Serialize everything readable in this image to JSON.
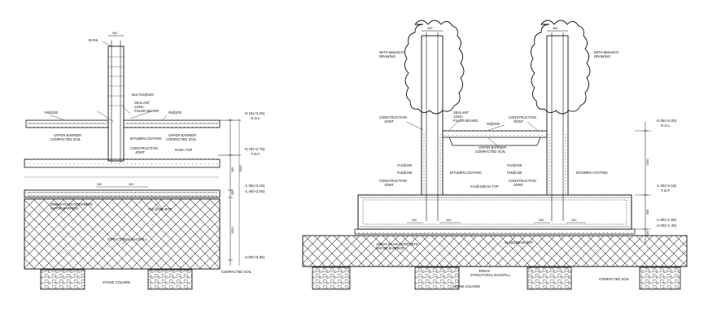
{
  "left": {
    "labels": {
      "bar_top": "B-#16",
      "dim_top": "300",
      "bars_2": "Bx2-#10@100",
      "sealant": "SEALANT",
      "filler_12": "12mm",
      "filler_board": "FILLER BOARD",
      "mesh_left": "#8@200",
      "mesh_right": "#8@200",
      "vapor_barrier": "VAPOR BARRIER",
      "compacted_soil": "COMPACTED SOIL",
      "bitumen_coating": "BITUMEN COATING",
      "vapor_barrier_r": "VAPOR BARRIER",
      "compacted_soil_r": "COMPACTED SOIL",
      "construction": "CONSTRUCTION",
      "joint": "JOINT",
      "top_bar": "#14/m TOP",
      "dim_300_a": "300",
      "dim_300_b": "300",
      "blinding": "300mm PLAIN CONCRETE",
      "vapor_barrier_2": "VAPOR BARRIER",
      "bottom_bar": "#14 @150 BOT",
      "backfill": "STRUCTURAL BACKFILL",
      "stone_column": "STONE COLUMN",
      "compacted_soil_2": "COMPACTED SOIL"
    },
    "levels": [
      {
        "a": "-0.10(+3.25)",
        "b": "S.G.L"
      },
      {
        "a": "-0.70(+2.75)",
        "b": "T.O.F."
      },
      {
        "a": "-1.30(+3.15)",
        "b": "-1.40(+2.05)"
      },
      {
        "a": "-2.50(+0.95)",
        "b": ""
      }
    ],
    "dims": [
      "300",
      "350",
      "1200",
      "1500"
    ]
  },
  "right": {
    "labels": {
      "minaret_left_1": "WITH MINARAT",
      "minaret_left_2": "DRAWING",
      "minaret_right_1": "WITH MINARAT",
      "minaret_right_2": "DRAWING",
      "dim_top_l": "300",
      "dim_top_r": "300",
      "construction_l": "CONSTRUCTION",
      "joint_l": "JOINT",
      "sealant": "SEALANT",
      "filler_12": "12mm",
      "filler_board": "FILLER BOARD",
      "mesh": "#8@200",
      "construction_r": "CONSTRUCTION",
      "joint_r": "JOINT",
      "vapor_barrier": "VAPOR BARRIER",
      "compacted_soil": "COMPACTED SOIL",
      "bar_12_l": "#12@200",
      "bar_16_l": "#16@150",
      "bitumen_l": "BITUMEN COATING",
      "bar_12_r": "#12@200",
      "bar_16_r": "#16@150",
      "bitumen_r": "BITUMEN COATING",
      "construction_l2": "CONSTRUCTION",
      "joint_l2": "JOINT",
      "top_mesh": "#14@100mm TOP",
      "construction_r2": "CONSTRUCTION",
      "joint_r2": "JOINT",
      "dim_200_a": "200",
      "dim_200_b": "200",
      "dim_200_c": "200",
      "dim_200_d": "200",
      "blinding": "100mm PLAIN CONCRETE",
      "vapor_barrier_2": "VAPOR BARRIER",
      "bottom_bar": "#14@150mm BOT",
      "backfill_1": "300mm",
      "backfill_2": "STRUCTURAL BACKFILL",
      "stone_column": "STONE COLUMN",
      "compacted_soil_2": "COMPACTED SOIL"
    },
    "levels": [
      {
        "a": "-0.25(+3.20)",
        "b": "S.G.L"
      },
      {
        "a": "-1.30(+2.15)",
        "b": "T.O.F."
      },
      {
        "a": "-1.80(+1.55)",
        "b": "-2.00(+1.45)"
      }
    ],
    "dims": [
      "1050",
      "800",
      "150"
    ]
  }
}
